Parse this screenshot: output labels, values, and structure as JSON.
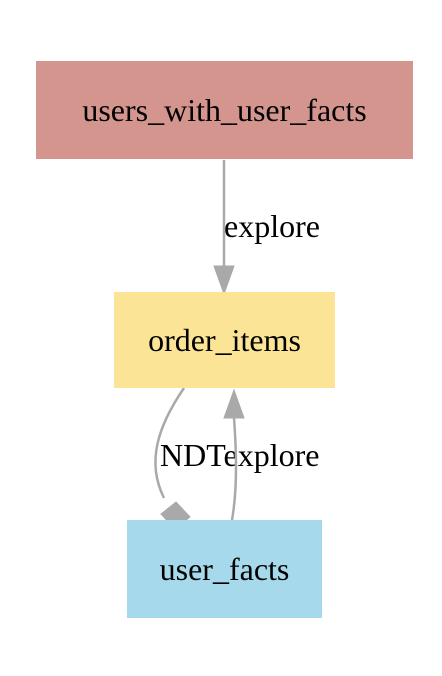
{
  "diagram": {
    "nodes": [
      {
        "id": "users_with_user_facts",
        "label": "users_with_user_facts",
        "color": "#d4958f"
      },
      {
        "id": "order_items",
        "label": "order_items",
        "color": "#fbe496"
      },
      {
        "id": "user_facts",
        "label": "user_facts",
        "color": "#a6d9ec"
      }
    ],
    "edges": [
      {
        "from": "users_with_user_facts",
        "to": "order_items",
        "label": "explore",
        "arrowhead": "normal"
      },
      {
        "from": "order_items",
        "to": "user_facts",
        "label": "NDTexplore",
        "arrowhead": "diamond"
      },
      {
        "from": "user_facts",
        "to": "order_items",
        "label": "",
        "arrowhead": "normal"
      }
    ],
    "edge_color": "#a9a9a9"
  }
}
